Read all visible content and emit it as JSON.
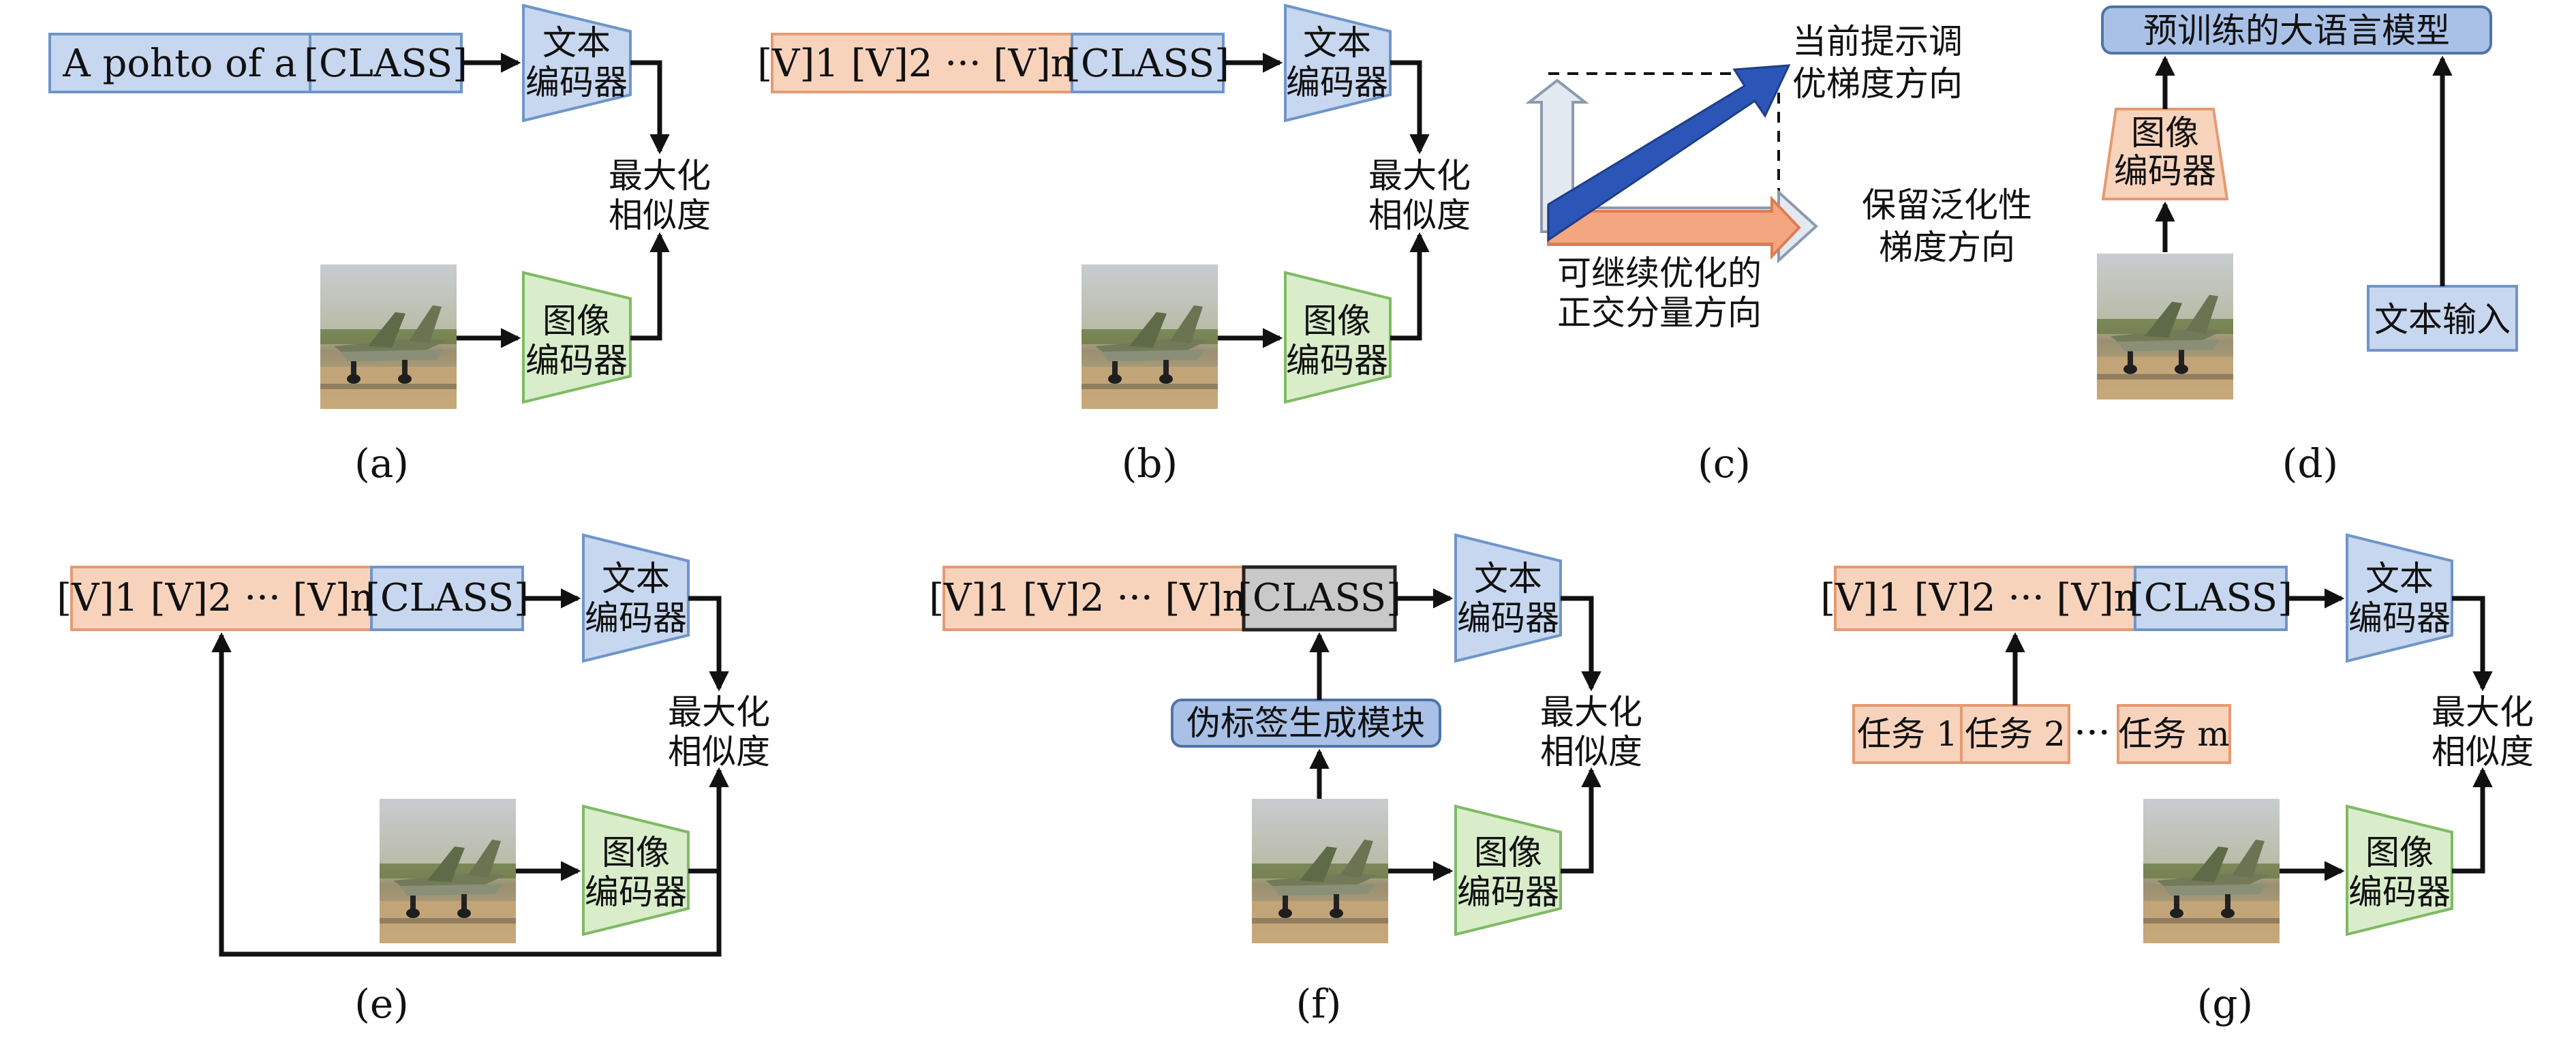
{
  "labels": {
    "prompt_a": "A pohto of a",
    "class": "[CLASS]",
    "ctx_tokens": "[V]1 [V]2 ··· [V]m",
    "text_encoder_l1": "文本",
    "text_encoder_l2": "编码器",
    "image_encoder_l1": "图像",
    "image_encoder_l2": "编码器",
    "maxsim_l1": "最大化",
    "maxsim_l2": "相似度",
    "current_grad_l1": "当前提示调",
    "current_grad_l2": "优梯度方向",
    "keep_general_l1": "保留泛化性",
    "keep_general_l2": "梯度方向",
    "orth_l1": "可继续优化的",
    "orth_l2": "正交分量方向",
    "llm": "预训练的大语言模型",
    "text_input": "文本输入",
    "pseudo_label": "伪标签生成模块",
    "task1": "任务 1",
    "task2": "任务 2",
    "task_dots": "···",
    "taskm": "任务 m"
  },
  "captions": [
    "(a)",
    "(b)",
    "(c)",
    "(d)",
    "(e)",
    "(f)",
    "(g)"
  ],
  "colors": {
    "blue_fill": "#c7d7ef",
    "orange_fill": "#f8d3bc",
    "green_fill": "#d9edcb",
    "dark_blue_arrow": "#2b56b8",
    "gray_arrow": "#e3e9f1"
  },
  "icons": {
    "airplane_photo": "airplane-photo-icon"
  }
}
